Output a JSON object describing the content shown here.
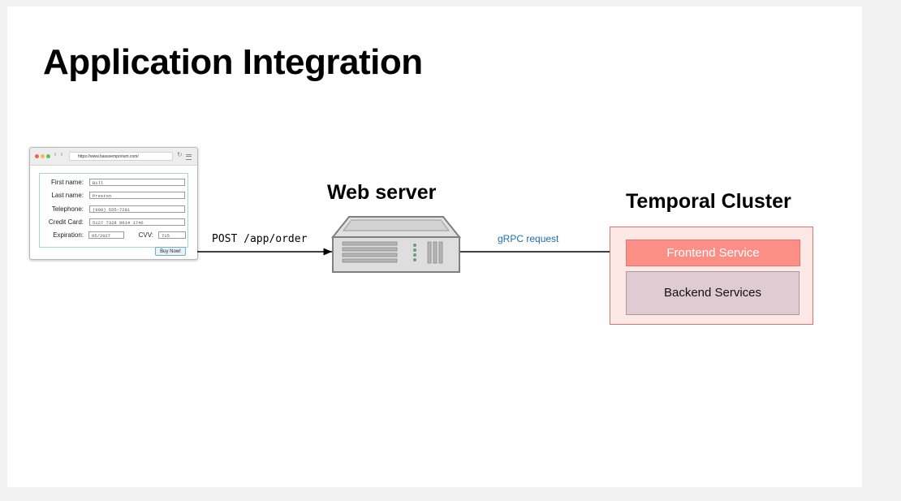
{
  "title": "Application Integration",
  "browser": {
    "url": "https://www.bassoemporium.com/",
    "fields": [
      {
        "label": "First name:",
        "value": "Bill"
      },
      {
        "label": "Last name:",
        "value": "Preston"
      },
      {
        "label": "Telephone:",
        "value": "(909) 555-7281"
      },
      {
        "label": "Credit Card:",
        "value": "5127 7328 9614 1746"
      }
    ],
    "expiration_label": "Expiration:",
    "expiration_value": "05/2027",
    "cvv_label": "CVV:",
    "cvv_value": "715",
    "buy_button": "Buy Now!"
  },
  "arrows": {
    "post_label": "POST /app/order",
    "grpc_label": "gRPC request"
  },
  "web_server": {
    "label": "Web server"
  },
  "temporal_cluster": {
    "label": "Temporal Cluster",
    "frontend": "Frontend Service",
    "backend": "Backend Services",
    "colors": {
      "cluster_fill": "#fde8e6",
      "cluster_border": "#e2736b",
      "frontend_fill": "#fb8f86",
      "backend_fill": "#dfccd3"
    }
  }
}
